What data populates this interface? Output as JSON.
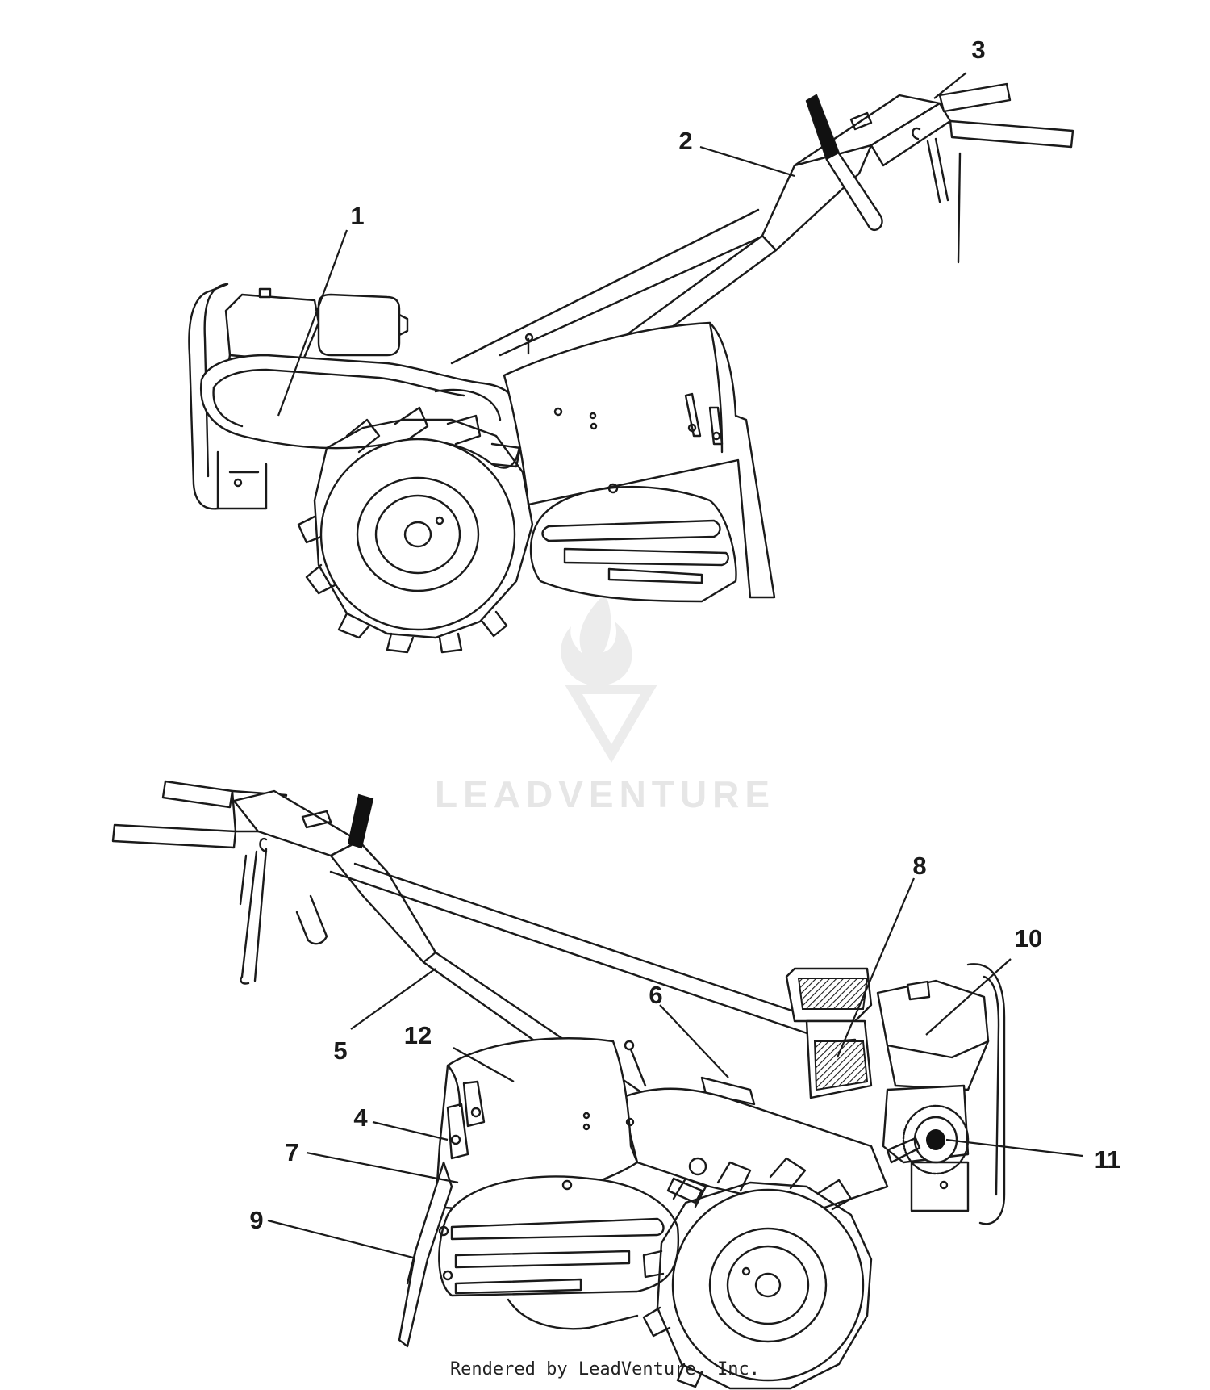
{
  "callouts": [
    {
      "label": "1"
    },
    {
      "label": "2"
    },
    {
      "label": "3"
    },
    {
      "label": "4"
    },
    {
      "label": "5"
    },
    {
      "label": "6"
    },
    {
      "label": "7"
    },
    {
      "label": "8"
    },
    {
      "label": "9"
    },
    {
      "label": "10"
    },
    {
      "label": "11"
    },
    {
      "label": "12"
    }
  ],
  "watermark": {
    "text": "LEADVENTURE"
  },
  "footer": {
    "text": "Rendered by LeadVenture, Inc."
  }
}
